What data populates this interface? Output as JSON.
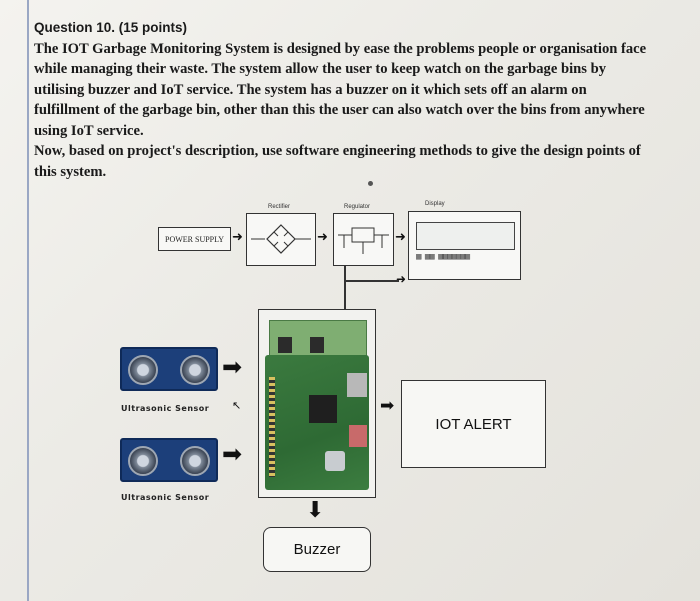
{
  "question": {
    "title": "Question 10. (15 points)",
    "lines": [
      "The IOT Garbage Monitoring System is designed by ease the problems people or organisation face",
      "while managing their waste. The system allow the user to keep watch on the garbage bins by",
      "utilising buzzer and IoT service. The system has a buzzer on it which sets off an alarm on",
      "fulfillment of the garbage bin, other than this the user can also watch over the bins from anywhere",
      "using IoT service.",
      "Now, based on project's description, use software engineering methods to give the design points of",
      "this system."
    ]
  },
  "diagram": {
    "power_supply": "POWER SUPPLY",
    "rectifier": "Rectifier",
    "regulator": "Regulator",
    "display": "Display",
    "sensor_1": "Ultrasonic Sensor",
    "sensor_2": "Ultrasonic Sensor",
    "iot_alert": "IOT ALERT",
    "buzzer": "Buzzer"
  },
  "colors": {
    "sensor_blue": "#1c3f7a",
    "board_green": "#2e6a34"
  }
}
